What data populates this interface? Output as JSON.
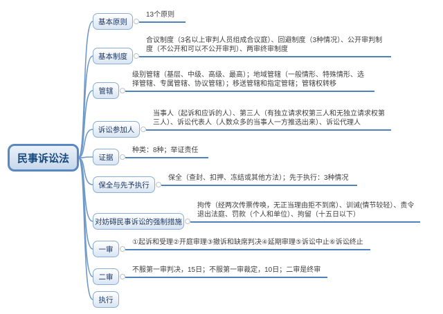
{
  "root": {
    "label": "民事诉讼法"
  },
  "branches": [
    {
      "label": "基本原则",
      "detail": "13个原则"
    },
    {
      "label": "基本制度",
      "detail": "合议制度（3名以上审判人员组成合议庭）、回避制度（3种情况）、公开审判制度（不公开和可以不公开审判）、两审终审制度"
    },
    {
      "label": "管辖",
      "detail": "级别管辖（基层、中级、高级、最高）；地域管辖（一般情形、特殊情形、选择管辖、专属管辖、协议管辖）；移送管辖和指定管辖；管辖权转移"
    },
    {
      "label": "诉讼参加人",
      "detail": "当事人（起诉和应诉的人）、第三人（有独立请求权第三人和无独立请求权第三人）、诉讼代表人（人数众多的当事人一方推选出来）、诉讼代理人"
    },
    {
      "label": "证据",
      "detail": "种类：8种；举证责任"
    },
    {
      "label": "保全与先予执行",
      "detail": "保全（查封、扣押、冻结或其他方法）；先于执行：3种情况"
    },
    {
      "label": "对妨碍民事诉讼的强制措施",
      "detail": "拘传（经两次传票传唤，无正当理由拒不到席）、训诫(情节较轻）、责令退出法庭、罚款（个人和单位）、拘留（十五日以下）"
    },
    {
      "label": "一审",
      "detail": "①起诉和受理②开庭审理③撤诉和缺席判决④延期审理⑤诉讼中止⑥诉讼终止"
    },
    {
      "label": "二审",
      "detail": "不服第一审判决，15日；不服第一审裁定，10日；二审是终审"
    },
    {
      "label": "执行",
      "detail": ""
    }
  ],
  "colors": {
    "background": "#ffffff",
    "root_border": "#5b87c0",
    "root_fill": "#c7d8ec",
    "root_text": "#17477e",
    "node_border": "#8aadd6",
    "node_fill": "#d9e5f3",
    "node_text": "#1f3864",
    "connector_line": "#6f99c8",
    "underline": "#4f81bd",
    "detail_text": "#3f3f3f"
  }
}
